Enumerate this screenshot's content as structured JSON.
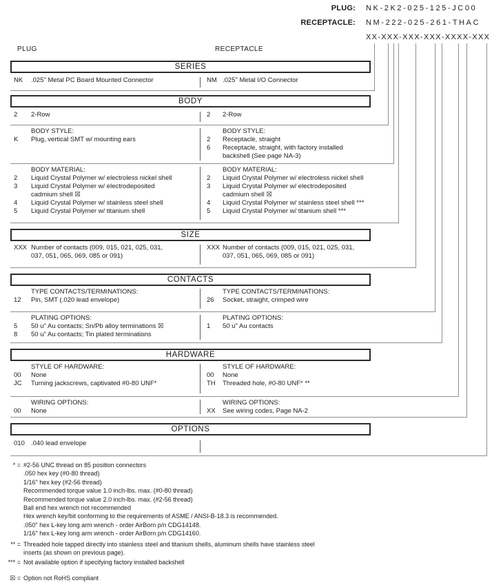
{
  "header": {
    "plug_label": "PLUG:",
    "plug_value": "NK-2K2-025-125-JC00",
    "receptacle_label": "RECEPTACLE:",
    "receptacle_value": "NM-222-025-261-THAC",
    "template": "XX-XXX-XXX-XXX-XXXX-XXX"
  },
  "columns": {
    "left_label": "PLUG",
    "right_label": "RECEPTACLE"
  },
  "sections": [
    {
      "title": "SERIES",
      "rows": [
        {
          "left_label": "",
          "right_label": "",
          "left_lines": [
            [
              "NK",
              ".025\" Metal PC Board Mounted Connector"
            ]
          ],
          "right_lines": [
            [
              "NM",
              ".025\" Metal I/O Connector"
            ]
          ]
        }
      ]
    },
    {
      "title": "BODY",
      "rows": [
        {
          "left_label": "",
          "right_label": "",
          "left_lines": [
            [
              "2",
              "2-Row"
            ]
          ],
          "right_lines": [
            [
              "2",
              "2-Row"
            ]
          ]
        },
        {
          "left_label": "BODY STYLE:",
          "right_label": "BODY STYLE:",
          "left_lines": [
            [
              "K",
              "Plug, vertical SMT w/ mounting ears"
            ]
          ],
          "right_lines": [
            [
              "2",
              "Receptacle, straight"
            ],
            [
              "6",
              "Receptacle, straight, with factory installed"
            ],
            [
              "",
              "backshell (See page NA-3)"
            ]
          ]
        },
        {
          "left_label": "BODY MATERIAL:",
          "right_label": "BODY MATERIAL:",
          "left_lines": [
            [
              "2",
              "Liquid Crystal Polymer w/ electroless nickel shell"
            ],
            [
              "3",
              "Liquid Crystal Polymer w/ electrodeposited"
            ],
            [
              "",
              "cadmium shell  ☒"
            ],
            [
              "4",
              "Liquid Crystal Polymer w/ stainless steel shell"
            ],
            [
              "5",
              "Liquid Crystal Polymer w/ titanium shell"
            ]
          ],
          "right_lines": [
            [
              "2",
              "Liquid Crystal Polymer w/ electroless nickel shell"
            ],
            [
              "3",
              "Liquid Crystal Polymer w/ electrodeposited"
            ],
            [
              "",
              "cadmium shell  ☒"
            ],
            [
              "4",
              "Liquid Crystal Polymer w/ stainless steel shell ***"
            ],
            [
              "5",
              "Liquid Crystal Polymer w/ titanium shell ***"
            ]
          ]
        }
      ]
    },
    {
      "title": "SIZE",
      "rows": [
        {
          "left_label": "",
          "right_label": "",
          "left_lines": [
            [
              "XXX",
              "Number of contacts (009, 015, 021, 025, 031,"
            ],
            [
              "",
              "037, 051, 065, 069, 085 or 091)"
            ]
          ],
          "right_lines": [
            [
              "XXX",
              "Number of contacts (009, 015, 021, 025, 031,"
            ],
            [
              "",
              "037, 051, 065, 069,  085 or 091)"
            ]
          ]
        }
      ]
    },
    {
      "title": "CONTACTS",
      "rows": [
        {
          "left_label": "TYPE CONTACTS/TERMINATIONS:",
          "right_label": "TYPE CONTACTS/TERMINATIONS:",
          "left_lines": [
            [
              "12",
              "Pin, SMT (.020 lead envelope)"
            ]
          ],
          "right_lines": [
            [
              "26",
              "Socket, straight, crimped wire"
            ]
          ]
        },
        {
          "left_label": "PLATING OPTIONS:",
          "right_label": "PLATING OPTIONS:",
          "left_lines": [
            [
              "5",
              "50 u\" Au contacts; Sn/Pb alloy terminations ☒"
            ],
            [
              "8",
              "50 u\" Au contacts; Tin plated terminations"
            ]
          ],
          "right_lines": [
            [
              "1",
              "50 u\" Au contacts"
            ]
          ]
        }
      ]
    },
    {
      "title": "HARDWARE",
      "rows": [
        {
          "left_label": "STYLE OF HARDWARE:",
          "right_label": "STYLE OF HARDWARE:",
          "left_lines": [
            [
              "00",
              "None"
            ],
            [
              "JC",
              "Turning jackscrews, captivated #0-80 UNF*"
            ]
          ],
          "right_lines": [
            [
              "00",
              "None"
            ],
            [
              "TH",
              "Threaded hole, #0-80 UNF*  **"
            ]
          ]
        },
        {
          "left_label": "WIRING OPTIONS:",
          "right_label": "WIRING OPTIONS:",
          "left_lines": [
            [
              "00",
              "None"
            ]
          ],
          "right_lines": [
            [
              "XX",
              "See wiring codes, Page NA-2"
            ]
          ]
        }
      ]
    },
    {
      "title": "OPTIONS",
      "rows": [
        {
          "left_label": "",
          "right_label": "",
          "left_lines": [
            [
              "010",
              ".040 lead envelope"
            ]
          ],
          "right_lines": []
        }
      ]
    }
  ],
  "footnotes": [
    {
      "marker": "* =",
      "lines": [
        "#2-56 UNC thread on 85 position connectors",
        ".050 hex key (#0-80 thread)",
        "1/16\" hex key (#2-56 thread)",
        "Recommended torque value 1.0 inch-lbs. max. (#0-80 thread)",
        "Recommended torque value 2.0 inch-lbs. max. (#2-56 thread)",
        "Ball end hex wrench not recommended",
        "Hex wrench key/bit conforming to the requirements of ASME / ANSI-B-18.3 is recommended.",
        ".050\" hex L-key long arm wrench - order AirBorn p/n CDG14148.",
        "1/16\" hex L-key long arm wrench - order AirBorn p/n CDG14160."
      ]
    },
    {
      "marker": "** =",
      "lines": [
        "Threaded hole tapped directly into stainless steel and titanium shells, aluminum shells have stainless steel",
        "inserts (as shown on previous page)."
      ]
    },
    {
      "marker": "*** =",
      "lines": [
        "Not available option if specifying factory installed backshell"
      ]
    },
    {
      "marker": "☒ =",
      "lines": [
        "Option not RoHS compliant"
      ]
    }
  ]
}
